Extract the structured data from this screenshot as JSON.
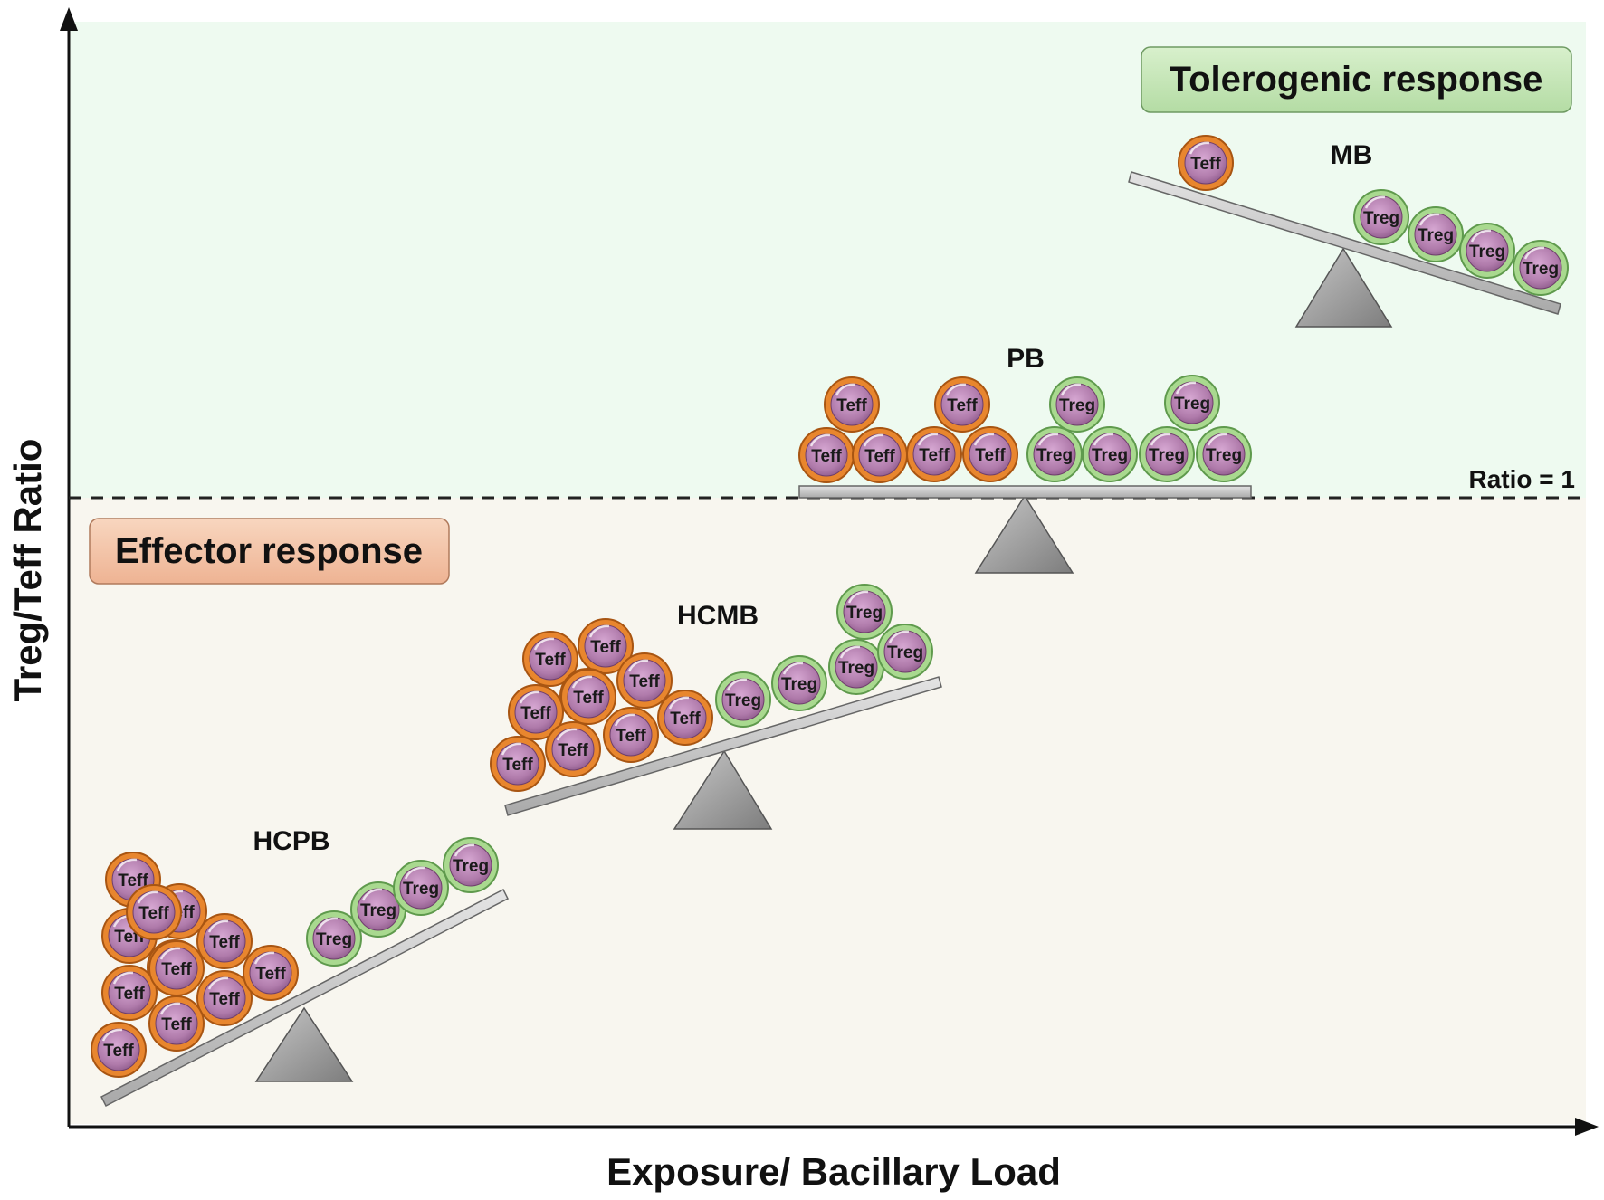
{
  "axes": {
    "x_title": "Exposure/ Bacillary Load",
    "y_title": "Treg/Teff Ratio"
  },
  "zones": {
    "tolerogenic": "Tolerogenic response",
    "effector": "Effector response"
  },
  "threshold": {
    "label": "Ratio = 1"
  },
  "cells": {
    "teff": "Teff",
    "treg": "Treg"
  },
  "groups": [
    {
      "id": "hcpb",
      "label": "HCPB",
      "teff_count": 12,
      "treg_count": 4
    },
    {
      "id": "hcmb",
      "label": "HCMB",
      "teff_count": 10,
      "treg_count": 5
    },
    {
      "id": "pb",
      "label": "PB",
      "teff_count": 6,
      "treg_count": 6
    },
    {
      "id": "mb",
      "label": "MB",
      "teff_count": 1,
      "treg_count": 4
    }
  ],
  "colors": {
    "tolerogenic_bg": "#eefaf0",
    "effector_bg": "#f8f6ef",
    "tolerogenic_box": "#c6e6b8",
    "effector_box": "#f3c3a5",
    "teff_ring": "#e8862e",
    "treg_ring": "#a9d98f",
    "cell_body": "#b07bab",
    "fulcrum": "#9e9e9e",
    "beam": "#cfcfcf"
  }
}
